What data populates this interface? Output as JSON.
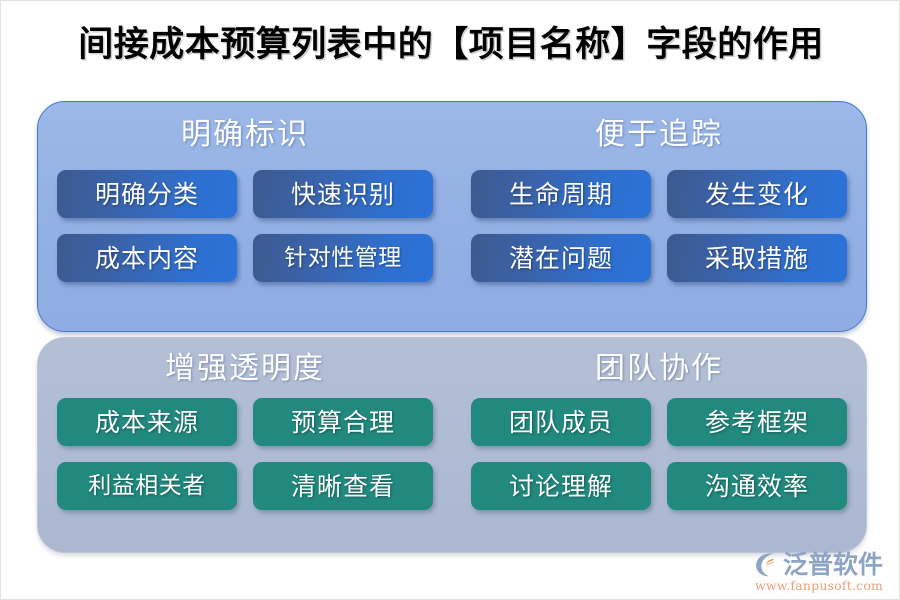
{
  "page": {
    "title": "间接成本预算列表中的【项目名称】字段的作用",
    "background": "#ffffff"
  },
  "colors": {
    "panel_blue": "#93b0e4",
    "panel_gray": "#aebbd2",
    "chip_blue_start": "#3d5a8e",
    "chip_blue_end": "#2a72d8",
    "chip_teal": "#21897e",
    "title_text": "#010101",
    "header_text": "#ffffff",
    "logo_word": "#8ea4c4",
    "logo_url": "#e8a07c",
    "logo_accent": "#e8773c"
  },
  "panels": [
    {
      "id": "panel-blue",
      "style": "blue",
      "groups": [
        {
          "id": "group-clear-identification",
          "header": "明确标识",
          "chips": [
            "明确分类",
            "快速识别",
            "成本内容",
            "针对性管理"
          ]
        },
        {
          "id": "group-easy-tracking",
          "header": "便于追踪",
          "chips": [
            "生命周期",
            "发生变化",
            "潜在问题",
            "采取措施"
          ]
        }
      ]
    },
    {
      "id": "panel-gray",
      "style": "gray",
      "groups": [
        {
          "id": "group-enhanced-transparency",
          "header": "增强透明度",
          "chips": [
            "成本来源",
            "预算合理",
            "利益相关者",
            "清晰查看"
          ]
        },
        {
          "id": "group-team-collaboration",
          "header": "团队协作",
          "chips": [
            "团队成员",
            "参考框架",
            "讨论理解",
            "沟通效率"
          ]
        }
      ]
    }
  ],
  "logo": {
    "icon_name": "fanpu-swoosh-logo-icon",
    "brand": "泛普软件",
    "url": "www.fanpusoft.com"
  }
}
